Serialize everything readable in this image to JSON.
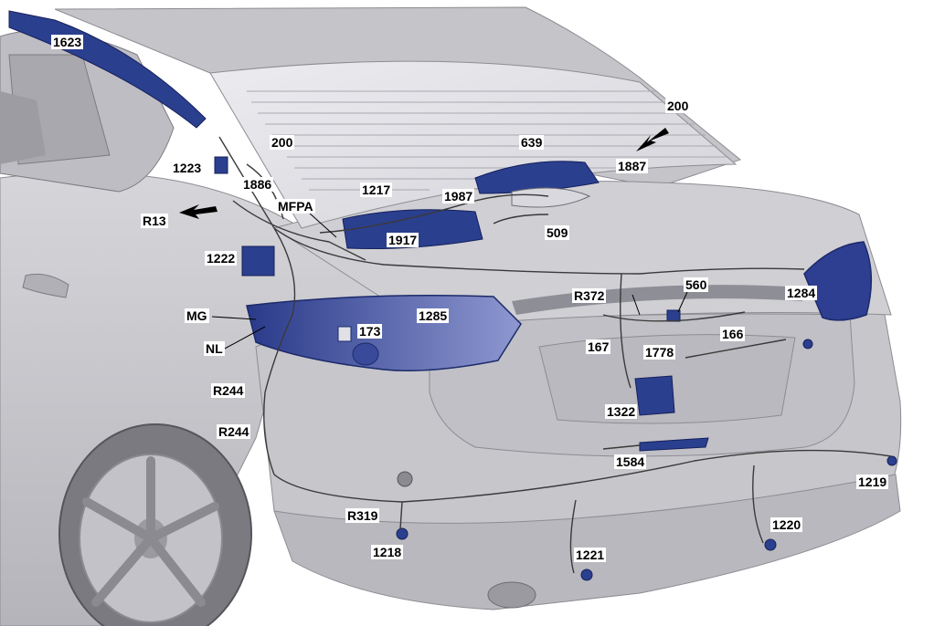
{
  "colors": {
    "body": "#c9c9cd",
    "body_dark": "#9a9aa0",
    "glass": "#e4e4e8",
    "component_blue": "#2b3f8f",
    "lamp_red": "#8c97cf",
    "wire": "#3a3a3a",
    "arrow": "#000000"
  },
  "callouts": {
    "c1623": "1623",
    "c200a": "200",
    "c200b": "200",
    "c639": "639",
    "c1887": "1887",
    "c1223": "1223",
    "c1886": "1886",
    "c1217": "1217",
    "c1987": "1987",
    "cR13": "R13",
    "cMFPA": "MFPA",
    "c1917": "1917",
    "c509": "509",
    "c1222": "1222",
    "c560": "560",
    "cR372": "R372",
    "c1284": "1284",
    "cMG": "MG",
    "c173": "173",
    "c1285": "1285",
    "cNL": "NL",
    "c167": "167",
    "c1778": "1778",
    "c166": "166",
    "cR244a": "R244",
    "c1322": "1322",
    "cR244b": "R244",
    "c1584": "1584",
    "c1219": "1219",
    "cR319": "R319",
    "c1220": "1220",
    "c1218": "1218",
    "c1221": "1221"
  }
}
